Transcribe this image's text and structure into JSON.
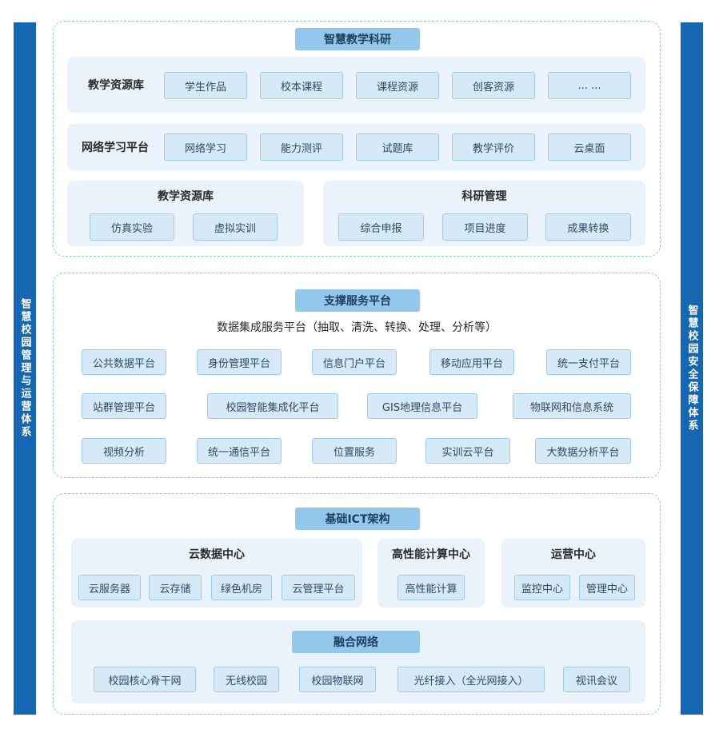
{
  "left_sidebar": {
    "label": "智慧校园管理与运营体系"
  },
  "right_sidebar": {
    "label": "智慧校园安全保障体系"
  },
  "section1": {
    "title": "智慧教学科研",
    "row1": {
      "label": "教学资源库",
      "items": [
        "学生作品",
        "校本课程",
        "课程资源",
        "创客资源",
        "... ..."
      ]
    },
    "row2": {
      "label": "网络学习平台",
      "items": [
        "网络学习",
        "能力测评",
        "试题库",
        "教学评价",
        "云桌面"
      ]
    },
    "panel_left": {
      "label": "教学资源库",
      "items": [
        "仿真实验",
        "虚拟实训"
      ]
    },
    "panel_right": {
      "label": "科研管理",
      "items": [
        "综合申报",
        "项目进度",
        "成果转换"
      ]
    }
  },
  "section2": {
    "title": "支撑服务平台",
    "subtitle": "数据集成服务平台（抽取、清洗、转换、处理、分析等）",
    "row1": [
      "公共数据平台",
      "身份管理平台",
      "信息门户平台",
      "移动应用平台",
      "统一支付平台"
    ],
    "row2": [
      "站群管理平台",
      "校园智能集成化平台",
      "GIS地理信息平台",
      "物联网和信息系统"
    ],
    "row3": [
      "视频分析",
      "统一通信平台",
      "位置服务",
      "实训云平台",
      "大数据分析平台"
    ]
  },
  "section3": {
    "title": "基础ICT架构",
    "cloud": {
      "label": "云数据中心",
      "items": [
        "云服务器",
        "云存储",
        "绿色机房",
        "云管理平台"
      ]
    },
    "hpc": {
      "label": "高性能计算中心",
      "items": [
        "高性能计算"
      ]
    },
    "ops": {
      "label": "运营中心",
      "items": [
        "监控中心",
        "管理中心"
      ]
    },
    "network": {
      "title": "融合网络",
      "items": [
        "校园核心骨干网",
        "无线校园",
        "校园物联网",
        "光纤接入（全光网接入）",
        "视讯会议"
      ]
    }
  }
}
